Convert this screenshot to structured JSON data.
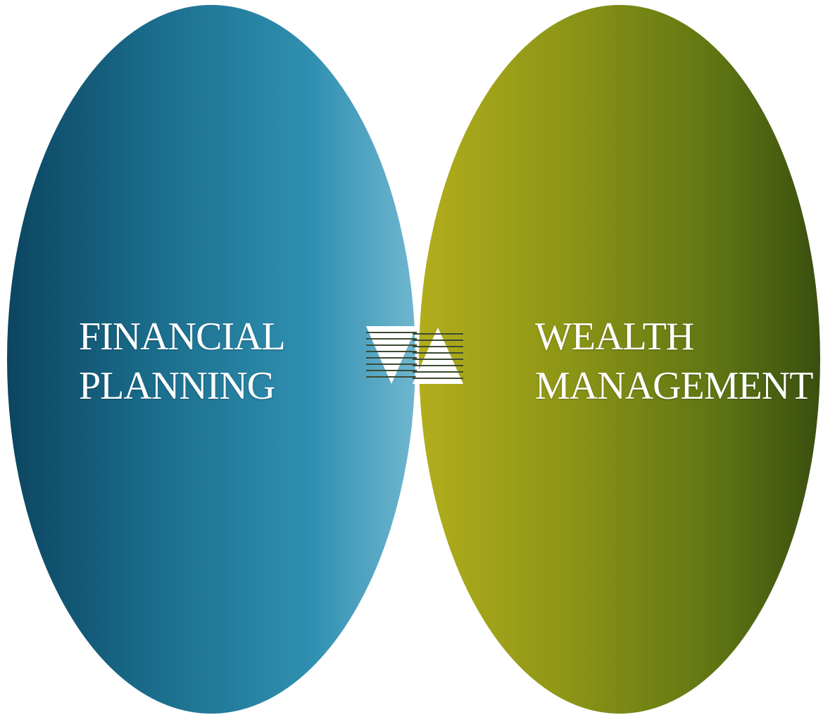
{
  "diagram": {
    "type": "venn",
    "left_circle": {
      "line1": "FINANCIAL",
      "line2": "PLANNING",
      "color_light": "#3b9fbe",
      "color_dark": "#0c4560"
    },
    "right_circle": {
      "line1": "WEALTH",
      "line2": "MANAGEMENT",
      "color_light": "#a6a214",
      "color_dark": "#3f5410"
    },
    "overlap": {
      "color": "#3c4a34",
      "icon": "logo-triangles-icon"
    }
  }
}
